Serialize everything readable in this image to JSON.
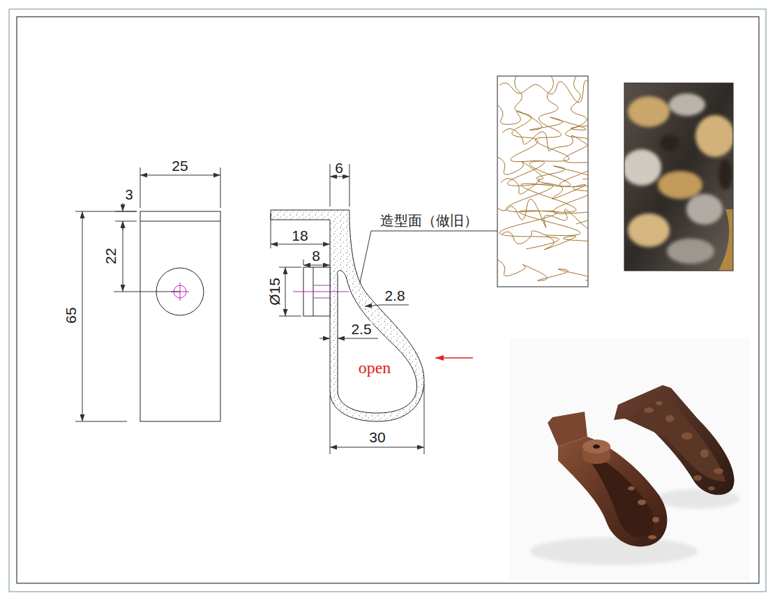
{
  "diagram": {
    "labels": [
      "25",
      "3",
      "22",
      "65",
      "6",
      "18",
      "8",
      "Ø15",
      "2.8",
      "2.5",
      "30",
      "open",
      "造型面（做旧）"
    ]
  }
}
